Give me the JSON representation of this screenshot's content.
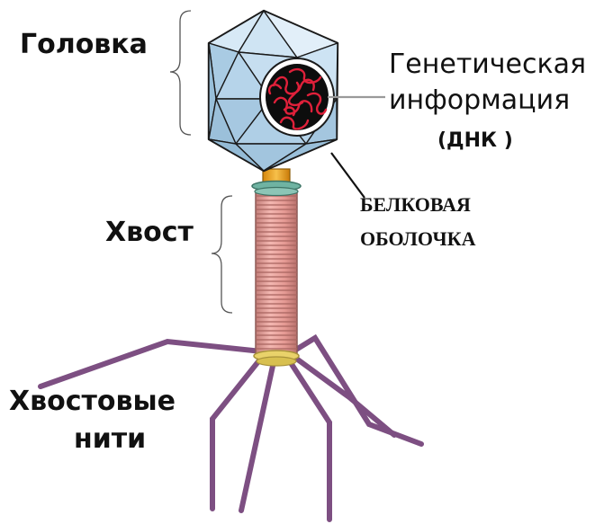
{
  "labels": {
    "head": "Головка",
    "genetic_line1": "Генетическая",
    "genetic_line2": "информация",
    "dna": "(ДНК )",
    "protein_line1": "БЕЛКОВАЯ",
    "protein_line2": "ОБОЛОЧКА",
    "tail": "Хвост",
    "fibers_line1": "Хвостовые",
    "fibers_line2": "нити"
  },
  "colors": {
    "capsid_face": "#bcd8ec",
    "capsid_edge": "#1a1a1a",
    "dna_strand": "#e0203a",
    "core": "#0d0d0d",
    "collar": "#f2a81d",
    "baseplate_ring": "#6fb3a2",
    "tail_sheath": "#e6a09b",
    "fibers": "#7d4f82",
    "pointer_line": "#9a9a9a"
  }
}
